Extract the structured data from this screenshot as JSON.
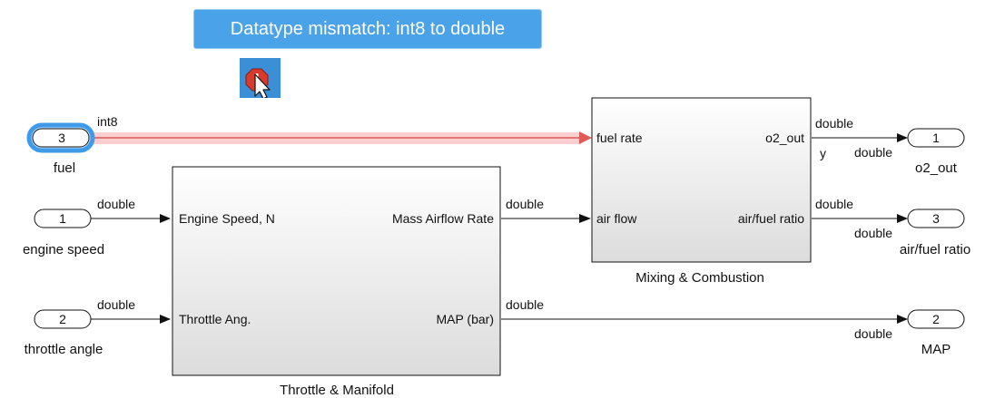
{
  "tooltip": {
    "text": "Datatype mismatch: int8 to double"
  },
  "icons": {
    "error": "error-badge-icon",
    "cursor": "mouse-pointer-icon"
  },
  "colors": {
    "error_highlight": "#f7a8a8",
    "tooltip_bg": "#4aa3e8",
    "port_highlight": "#3d9be9"
  },
  "inports": [
    {
      "number": "3",
      "name": "fuel"
    },
    {
      "number": "1",
      "name": "engine speed"
    },
    {
      "number": "2",
      "name": "throttle angle"
    }
  ],
  "outports": [
    {
      "number": "1",
      "name": "o2_out"
    },
    {
      "number": "3",
      "name": "air/fuel ratio"
    },
    {
      "number": "2",
      "name": "MAP"
    }
  ],
  "blocks": {
    "throttle": {
      "name": "Throttle & Manifold",
      "in1": "Engine Speed, N",
      "in2": "Throttle Ang.",
      "out1": "Mass Airflow Rate",
      "out2": "MAP (bar)"
    },
    "mixing": {
      "name": "Mixing & Combustion",
      "in1": "fuel rate",
      "in2": "air flow",
      "out1": "o2_out",
      "out2": "air/fuel ratio"
    }
  },
  "signals": {
    "fuel": "int8",
    "engine_speed": "double",
    "throttle_angle": "double",
    "mass_airflow": "double",
    "map": "double",
    "map_dest": "double",
    "o2_out": "double",
    "o2_out_name": "y",
    "o2_out_dest": "double",
    "afr": "double",
    "afr_dest": "double"
  }
}
